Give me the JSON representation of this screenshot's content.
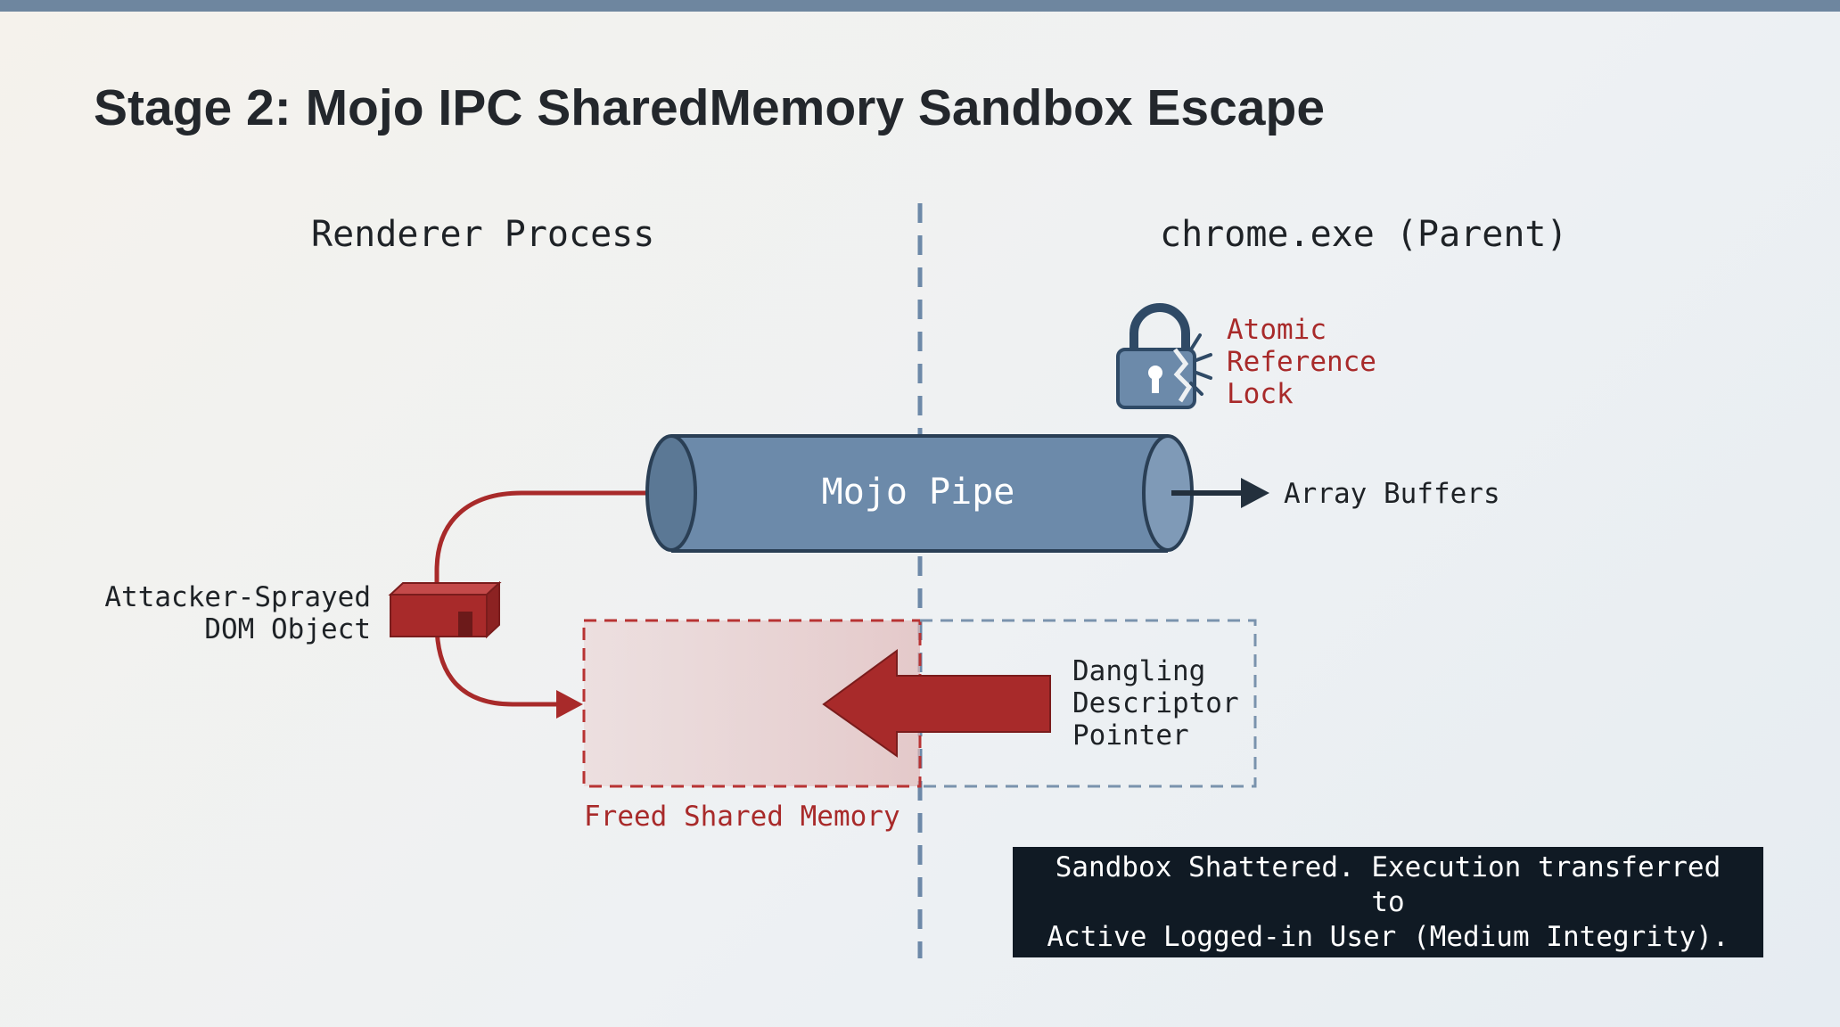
{
  "slide": {
    "title": "Stage 2: Mojo IPC SharedMemory Sandbox Escape"
  },
  "lanes": {
    "left": "Renderer Process",
    "right": "chrome.exe (Parent)"
  },
  "pipe": {
    "label": "Mojo Pipe"
  },
  "lock": {
    "label_lines": [
      "Atomic",
      "Reference",
      "Lock"
    ],
    "icon": "broken-padlock-icon"
  },
  "output": {
    "label": "Array Buffers"
  },
  "attacker": {
    "label_lines": [
      "Attacker-Sprayed",
      "DOM Object"
    ],
    "icon": "red-block-icon"
  },
  "pointer": {
    "label_lines": [
      "Dangling",
      "Descriptor",
      "Pointer"
    ]
  },
  "freed_memory": {
    "label": "Freed Shared Memory"
  },
  "status": {
    "lines": [
      "Sandbox Shattered. Execution transferred to",
      "Active Logged-in User (Medium Integrity)."
    ]
  },
  "colors": {
    "accent_red": "#a82a2a",
    "pipe_blue": "#6c8aaa",
    "pipe_outline": "#2a3f55",
    "divider_blue": "#6d89a8",
    "top_bar": "#6e869f",
    "status_bg": "#101a24"
  }
}
